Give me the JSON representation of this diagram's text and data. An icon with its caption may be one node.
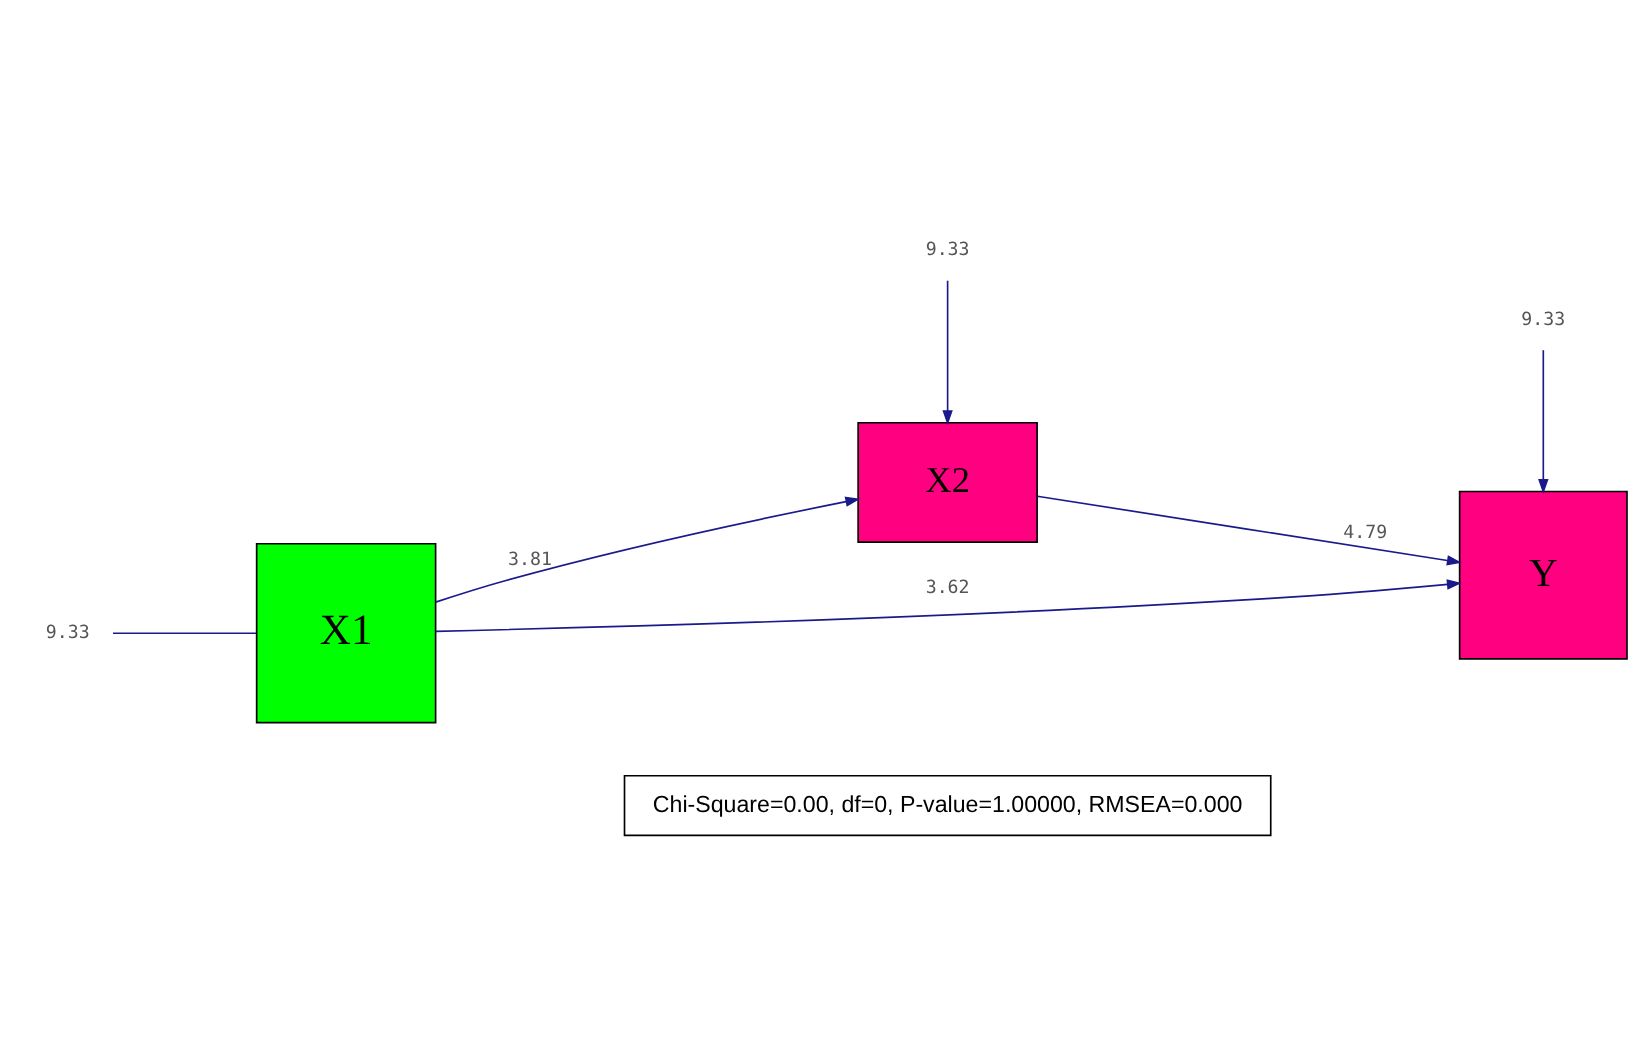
{
  "diagram": {
    "nodes": [
      {
        "text": [
          "9.33"
        ]
      },
      {
        "text": [
          "X2"
        ]
      },
      {
        "text": [
          "9.33"
        ]
      },
      {
        "text": [
          "9.33"
        ]
      },
      {
        "text": [
          "X1"
        ]
      },
      {
        "text": [
          "Y"
        ]
      },
      {
        "text": [
          "Chi-Square=0.00, df=0, P-value=1.00000, RMSEA=0.000"
        ]
      }
    ],
    "edges": [
      {
        "from": 0,
        "to": 1,
        "arrow": "to"
      },
      {
        "from": 2,
        "to": 5,
        "arrow": "to"
      },
      {
        "from": 3,
        "to": 4,
        "arrow": "none"
      },
      {
        "from": 4,
        "to": 1,
        "arrow": "to",
        "label": "3.81"
      },
      {
        "from": 1,
        "to": 5,
        "arrow": "to",
        "label": "4.79"
      },
      {
        "from": 4,
        "to": 5,
        "arrow": "to",
        "label": "3.62"
      }
    ]
  }
}
